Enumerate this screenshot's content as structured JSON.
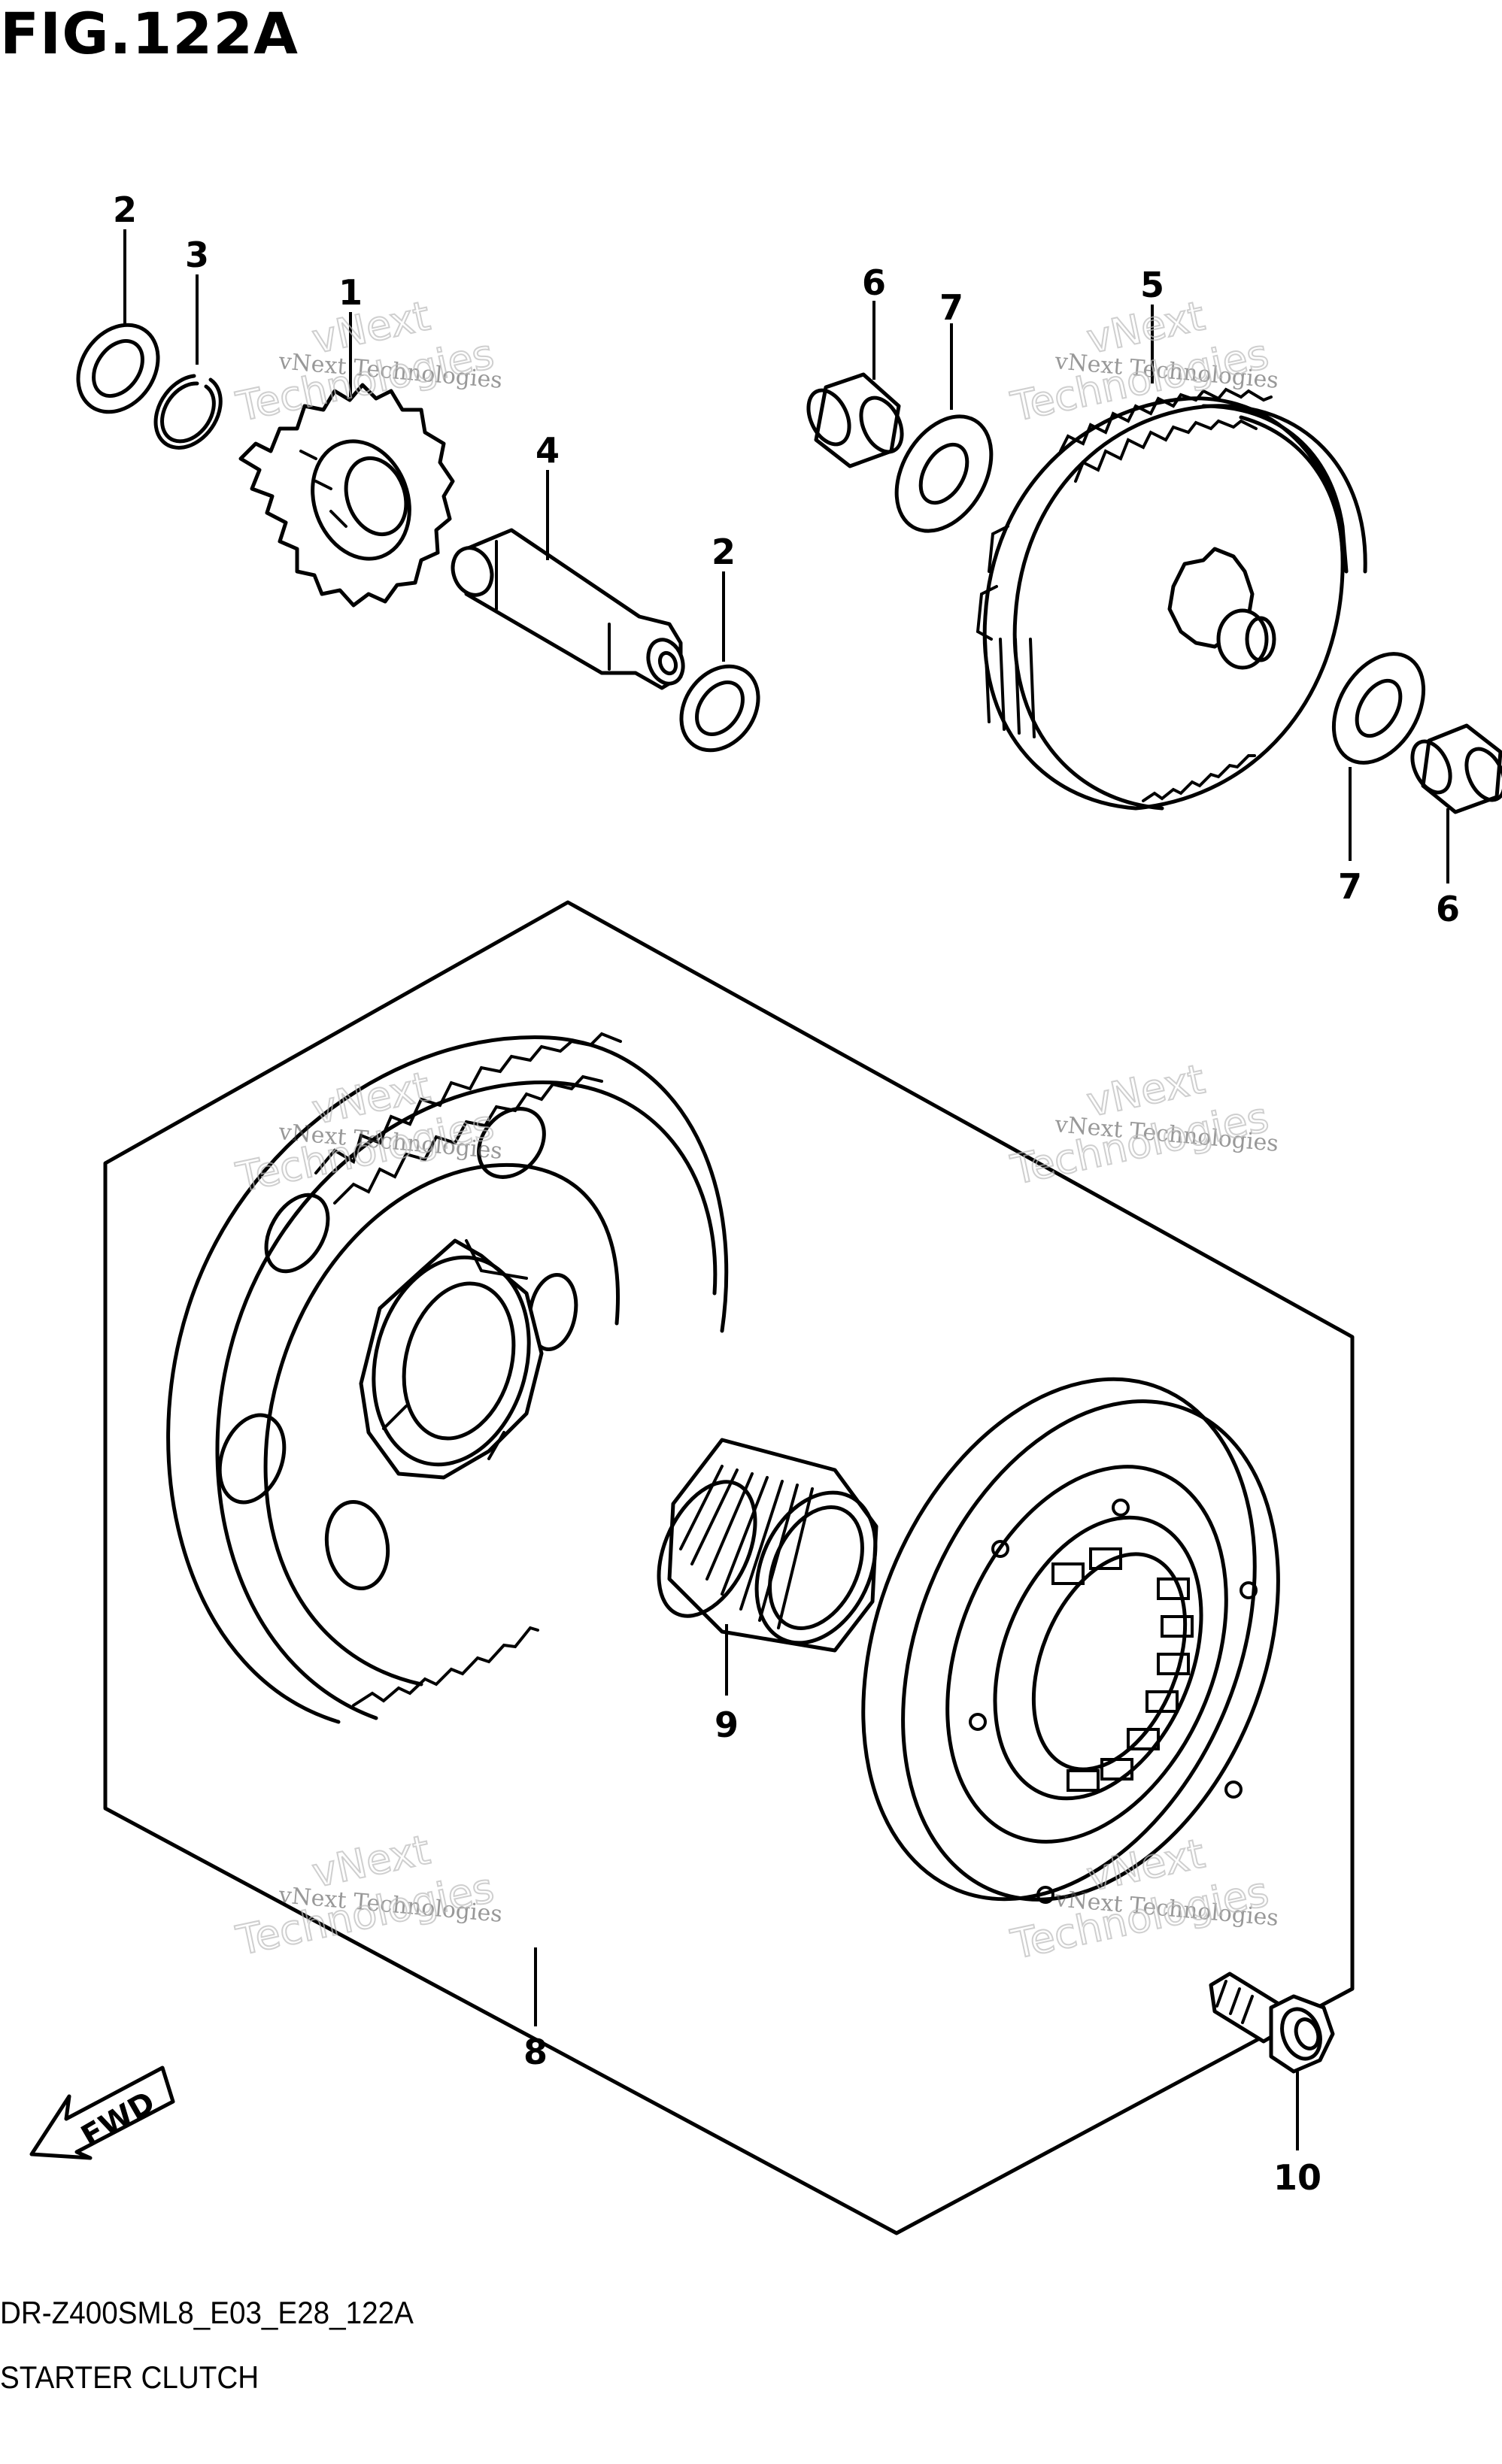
{
  "figure": {
    "title": "FIG.122A",
    "code": "DR-Z400SML8_E03_E28_122A",
    "caption": "STARTER CLUTCH"
  },
  "callouts": [
    {
      "id": "c2a",
      "label": "2"
    },
    {
      "id": "c3",
      "label": "3"
    },
    {
      "id": "c1",
      "label": "1"
    },
    {
      "id": "c4",
      "label": "4"
    },
    {
      "id": "c2b",
      "label": "2"
    },
    {
      "id": "c6a",
      "label": "6"
    },
    {
      "id": "c7a",
      "label": "7"
    },
    {
      "id": "c5",
      "label": "5"
    },
    {
      "id": "c7b",
      "label": "7"
    },
    {
      "id": "c6b",
      "label": "6"
    },
    {
      "id": "c9",
      "label": "9"
    },
    {
      "id": "c8",
      "label": "8"
    },
    {
      "id": "c10",
      "label": "10"
    }
  ],
  "direction_arrow": {
    "label": "FWD",
    "icon": "fwd-arrow-icon"
  },
  "watermark": {
    "line1": "vNext Technologies",
    "big_line1": "vNext",
    "big_line2": "Technologies"
  }
}
